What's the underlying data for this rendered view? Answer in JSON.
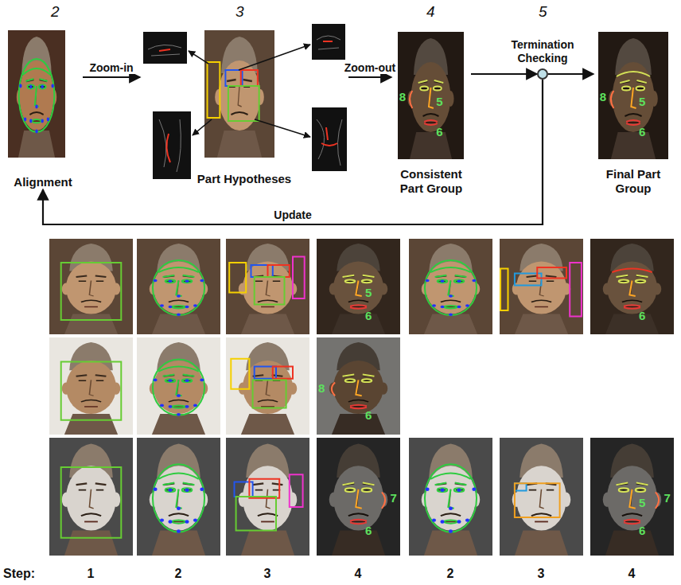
{
  "diagram": {
    "nodes": [
      {
        "text": [
          "Alignment"
        ]
      },
      {
        "text": [
          "Part Hypotheses"
        ]
      },
      {
        "text": [
          "Consistent Part Group"
        ]
      },
      {
        "text": [
          "Termination Checking"
        ]
      },
      {
        "text": [
          "Final Part Group"
        ]
      }
    ],
    "edges": [
      {
        "from": 0,
        "to": 1,
        "label": "Zoom-in",
        "arrow": "to"
      },
      {
        "from": 1,
        "to": 2,
        "label": "Zoom-out",
        "arrow": "to"
      },
      {
        "from": 2,
        "to": 3,
        "arrow": "to"
      },
      {
        "from": 3,
        "to": 4,
        "arrow": "to"
      },
      {
        "from": 3,
        "to": 0,
        "label": "Update",
        "arrow": "to"
      }
    ],
    "labels": [
      "2",
      "3",
      "4",
      "5",
      "8",
      "5",
      "6",
      "8",
      "5",
      "6",
      "5",
      "6",
      "6",
      "8",
      "6",
      "6",
      "7",
      "5",
      "6",
      "7",
      "Step:",
      "1",
      "2",
      "3",
      "4",
      "2",
      "3",
      "4"
    ]
  }
}
